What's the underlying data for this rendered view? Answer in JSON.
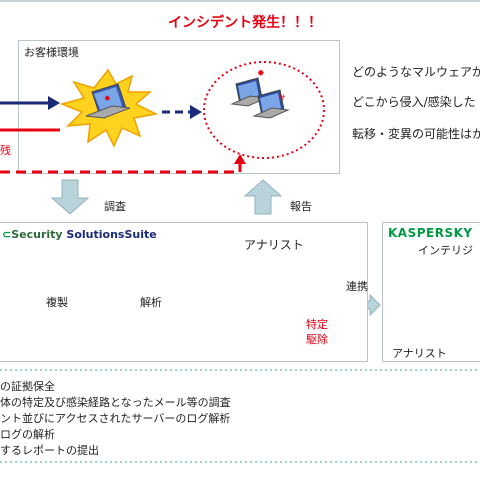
{
  "title": "インシデント発生！！！",
  "customer_env": {
    "label": "お客様環境"
  },
  "questions": [
    "どのようなマルウェアが",
    "どこから侵入/感染した",
    "転移・変異の可能性はか"
  ],
  "left_label": "残",
  "arrows": {
    "investigate": "調査",
    "report": "報告"
  },
  "suite": {
    "name_bold": "Security",
    "name_rest": "SolutionsSuite"
  },
  "flow": {
    "copy": "複製",
    "analyze": "解析"
  },
  "analyst_label": "アナリスト",
  "identify_label": [
    "特定",
    "駆除"
  ],
  "link_label": "連携",
  "kaspersky": {
    "logo": "KASPERSKY",
    "label": "インテリジ",
    "analyst": "アナリスト"
  },
  "tasks": [
    "の証拠保全",
    "体の特定及び感染経路となったメール等の調査",
    "ント並びにアクセスされたサーバーのログ解析",
    "ログの解析",
    "するレポートの提出"
  ],
  "colors": {
    "accent_red": "#e60012",
    "navy": "#1b2a78",
    "arrow_fill": "#b9d3da",
    "box_border": "#b9c4cc",
    "kaspersky_green": "#009a44"
  }
}
